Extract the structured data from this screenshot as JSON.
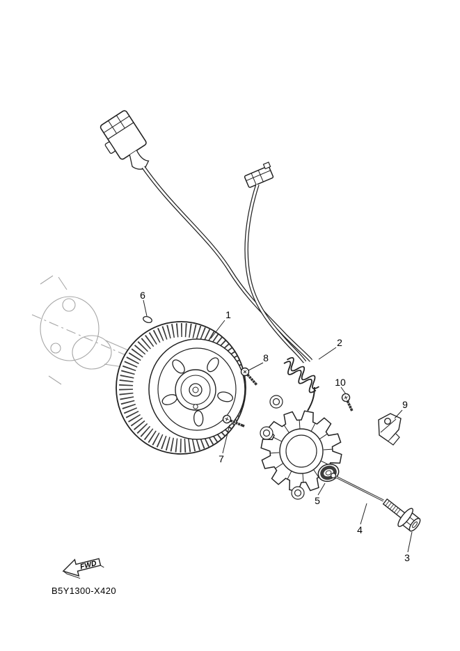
{
  "diagram": {
    "drawing_code": "B5Y1300-X420",
    "fwd": "FWD",
    "part_labels": [
      {
        "text": "1"
      },
      {
        "text": "2"
      },
      {
        "text": "3"
      },
      {
        "text": "4"
      },
      {
        "text": "5"
      },
      {
        "text": "6"
      },
      {
        "text": "7"
      },
      {
        "text": "8"
      },
      {
        "text": "9"
      },
      {
        "text": "10"
      }
    ]
  }
}
